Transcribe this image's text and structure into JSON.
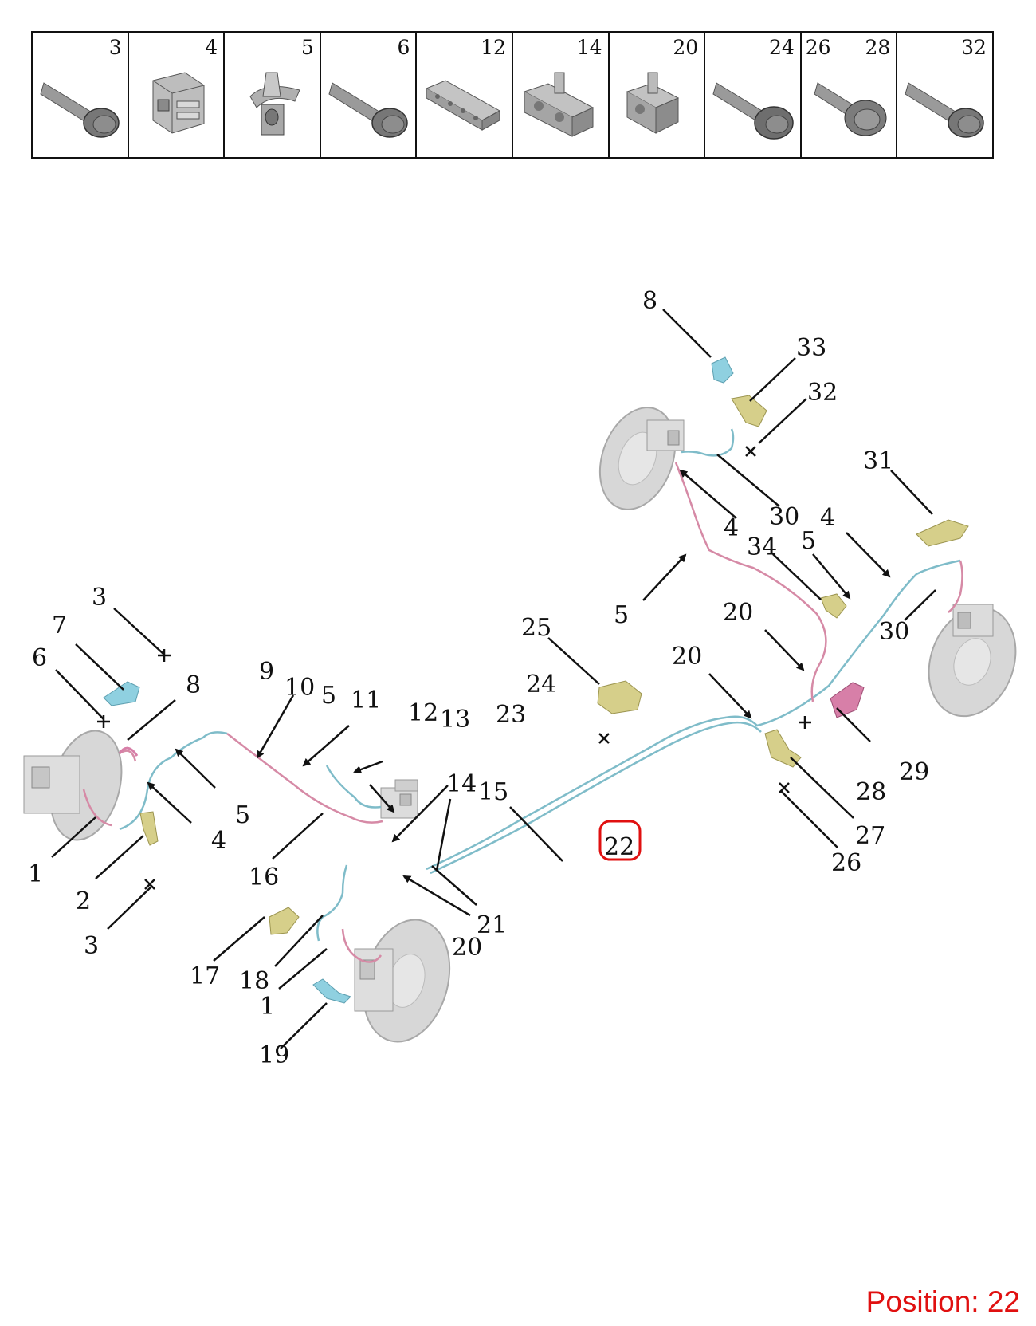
{
  "legend": [
    {
      "num": "3",
      "icon": "bolt-icon"
    },
    {
      "num": "4",
      "icon": "nut-clip-icon"
    },
    {
      "num": "5",
      "icon": "push-clip-icon"
    },
    {
      "num": "6",
      "icon": "bolt-icon"
    },
    {
      "num": "12",
      "icon": "pipe-holder-icon"
    },
    {
      "num": "14",
      "icon": "double-clip-icon"
    },
    {
      "num": "20",
      "icon": "single-clip-icon"
    },
    {
      "num": "24",
      "icon": "bolt-icon"
    },
    {
      "num": "26",
      "num2": "28",
      "icon": "washer-bolt-icon"
    },
    {
      "num": "32",
      "icon": "bolt-icon"
    }
  ],
  "callouts": {
    "c8a": "8",
    "c33": "33",
    "c32": "32",
    "c31": "31",
    "c4a": "4",
    "c30a": "30",
    "c4b": "4",
    "c5a": "5",
    "c34": "34",
    "c5b": "5",
    "c20a": "20",
    "c30b": "30",
    "c20b": "20",
    "c25": "25",
    "c24": "24",
    "c23": "23",
    "c22": "22",
    "c29": "29",
    "c28": "28",
    "c27": "27",
    "c26": "26",
    "c3a": "3",
    "c7": "7",
    "c6": "6",
    "c8b": "8",
    "c9": "9",
    "c10": "10",
    "c5c": "5",
    "c11": "11",
    "c12": "12",
    "c13": "13",
    "c14": "14",
    "c15": "15",
    "c5d": "5",
    "c4c": "4",
    "c1a": "1",
    "c2": "2",
    "c3b": "3",
    "c16": "16",
    "c17": "17",
    "c18": "18",
    "c1b": "1",
    "c19": "19",
    "c20c": "20",
    "c21": "21"
  },
  "highlighted_position": "22",
  "position_label": "Position: 22",
  "colors": {
    "line_blue": "#7fbcc9",
    "line_pink": "#d68aa6",
    "bracket_yellow": "#d6cf8a",
    "bracket_blue": "#8fd0e0",
    "bracket_pink": "#d77fa8",
    "highlight": "#e01010",
    "disc_grey": "#d3d3d3"
  }
}
